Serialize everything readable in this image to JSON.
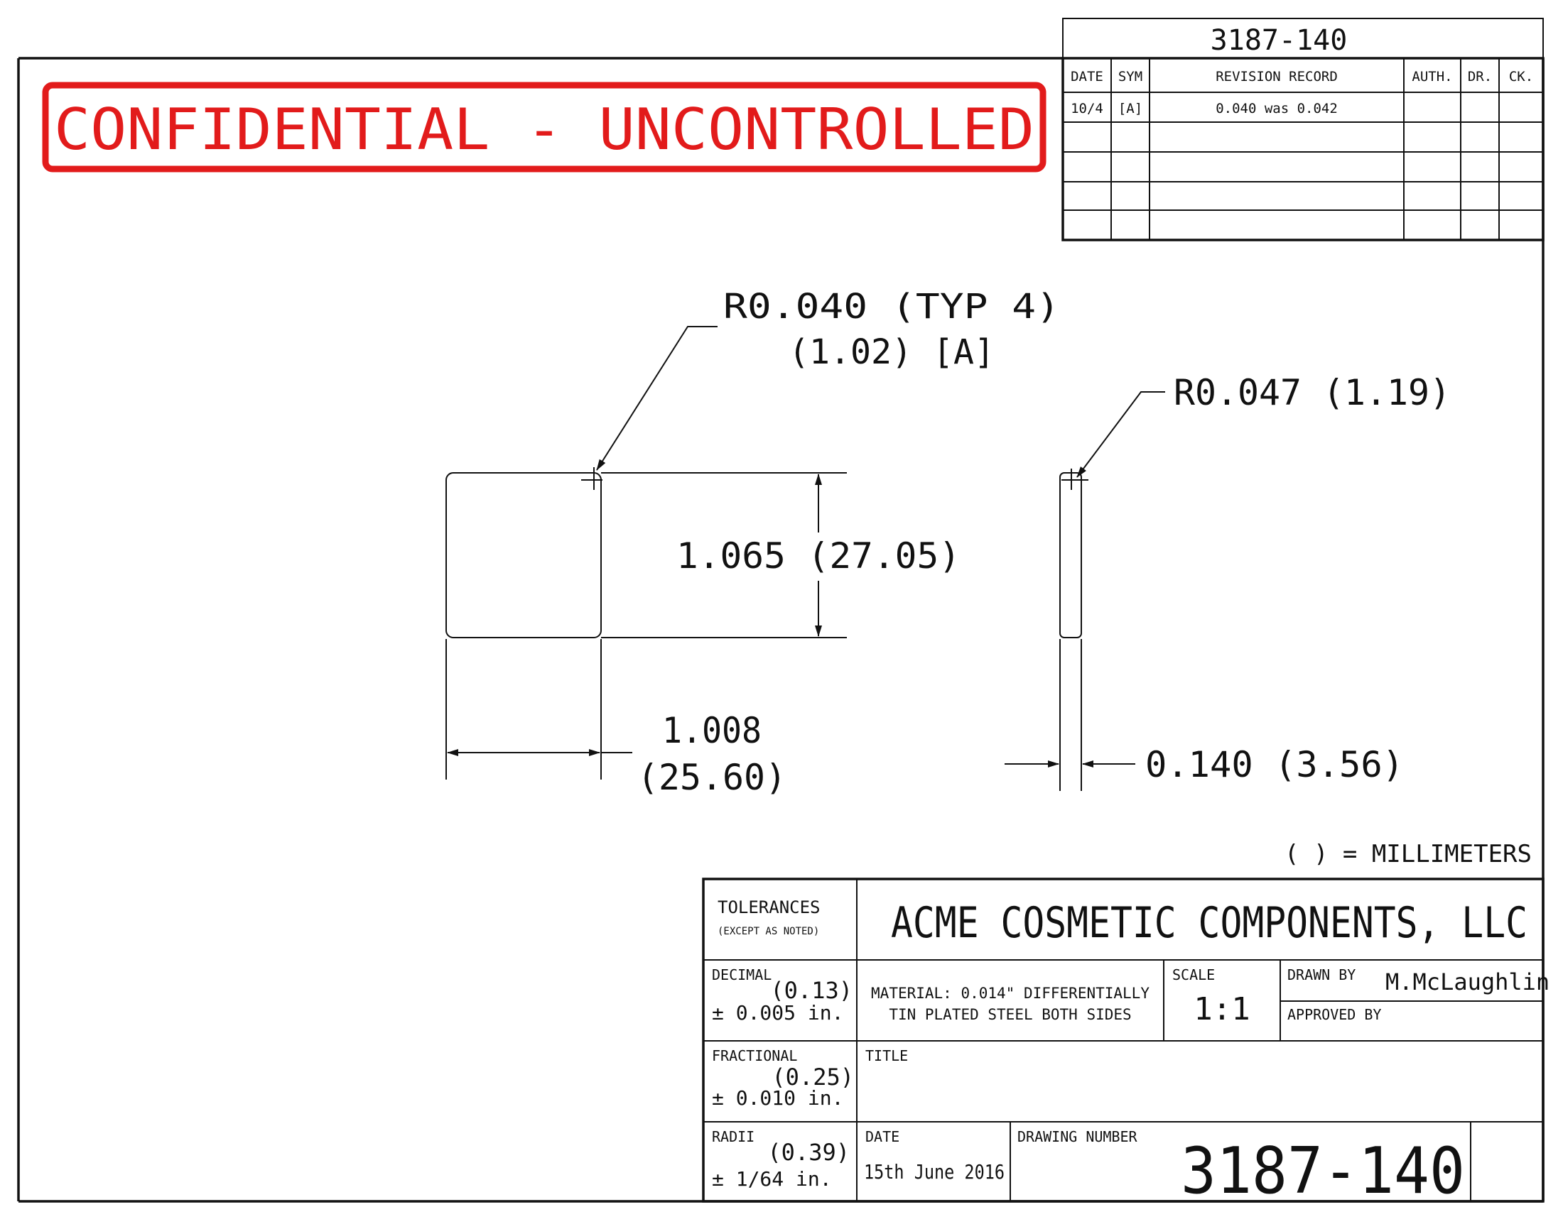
{
  "header_number": "3187-140",
  "stamp": {
    "text": "CONFIDENTIAL - UNCONTROLLED",
    "color": "#e21b1b"
  },
  "revision": {
    "headers": [
      "DATE",
      "SYM",
      "REVISION RECORD",
      "AUTH.",
      "DR.",
      "CK."
    ],
    "rows": [
      [
        "10/4",
        "[A]",
        "0.040 was 0.042",
        "",
        "",
        ""
      ],
      [
        "",
        "",
        "",
        "",
        "",
        ""
      ],
      [
        "",
        "",
        "",
        "",
        "",
        ""
      ],
      [
        "",
        "",
        "",
        "",
        "",
        ""
      ],
      [
        "",
        "",
        "",
        "",
        "",
        ""
      ]
    ]
  },
  "drawing": {
    "radius_note_line1": "R0.040 (TYP 4)",
    "radius_note_line2": "(1.02) [A]",
    "radius_note_side": "R0.047 (1.19)",
    "height_dim": "1.065 (27.05)",
    "width_dim_line1": "1.008",
    "width_dim_line2": "(25.60)",
    "thickness_dim": "0.140 (3.56)",
    "units_note": "( ) = MILLIMETERS"
  },
  "title_block": {
    "tolerances_label": "TOLERANCES",
    "tolerances_sub": "(EXCEPT AS NOTED)",
    "company": "ACME COSMETIC COMPONENTS, LLC",
    "decimal_label": "DECIMAL",
    "decimal_mm": "(0.13)",
    "decimal_value": "± 0.005 in.",
    "material_line1": "MATERIAL: 0.014\" DIFFERENTIALLY",
    "material_line2": "TIN PLATED STEEL BOTH SIDES",
    "scale_label": "SCALE",
    "scale_value": "1:1",
    "drawn_by_label": "DRAWN BY",
    "drawn_by_value": "M.McLaughlin",
    "approved_by_label": "APPROVED BY",
    "fractional_label": "FRACTIONAL",
    "fractional_mm": "(0.25)",
    "fractional_value": "± 0.010 in.",
    "title_label": "TITLE",
    "radii_label": "RADII",
    "radii_mm": "(0.39)",
    "radii_value": "± 1/64 in.",
    "date_label": "DATE",
    "date_value": "15th June 2016",
    "drawing_number_label": "DRAWING NUMBER",
    "drawing_number_value": "3187-140"
  }
}
